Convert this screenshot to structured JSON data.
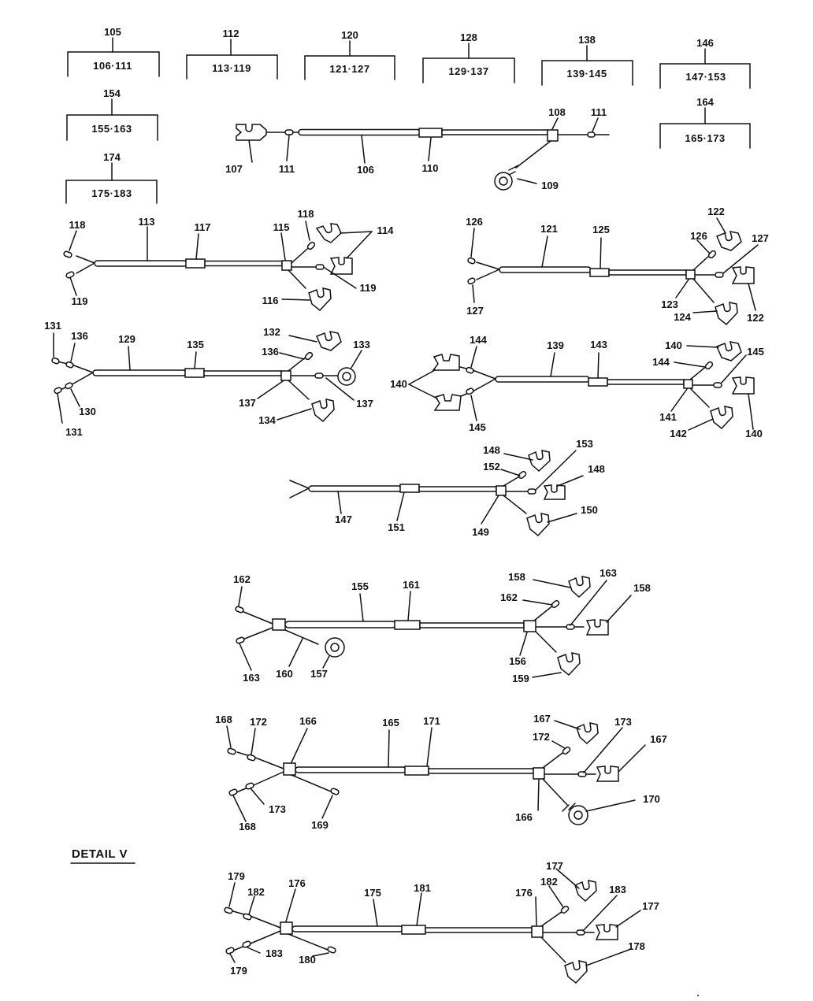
{
  "groups": [
    {
      "top": "105",
      "range": "106·111"
    },
    {
      "top": "112",
      "range": "113·119"
    },
    {
      "top": "120",
      "range": "121·127"
    },
    {
      "top": "128",
      "range": "129·137"
    },
    {
      "top": "138",
      "range": "139·145"
    },
    {
      "top": "146",
      "range": "147·153"
    },
    {
      "top": "154",
      "range": "155·163"
    },
    {
      "top": "164",
      "range": "165·173"
    },
    {
      "top": "174",
      "range": "175·183"
    }
  ],
  "detail_title": "DETAIL V",
  "callouts": {
    "h105": [
      "108",
      "111",
      "107",
      "111",
      "106",
      "110",
      "109"
    ],
    "h112": [
      "118",
      "113",
      "117",
      "115",
      "118",
      "114",
      "119",
      "119",
      "116"
    ],
    "h120": [
      "126",
      "121",
      "125",
      "122",
      "126",
      "127",
      "127",
      "123",
      "124",
      "122"
    ],
    "h128": [
      "131",
      "136",
      "129",
      "135",
      "132",
      "133",
      "136",
      "137",
      "131",
      "130",
      "137",
      "134"
    ],
    "h138": [
      "144",
      "139",
      "143",
      "140",
      "144",
      "145",
      "140",
      "145",
      "141",
      "142",
      "140"
    ],
    "h146": [
      "148",
      "153",
      "152",
      "148",
      "147",
      "151",
      "149",
      "150"
    ],
    "h154": [
      "162",
      "155",
      "161",
      "158",
      "163",
      "162",
      "158",
      "163",
      "160",
      "157",
      "156",
      "159"
    ],
    "h164": [
      "168",
      "172",
      "166",
      "165",
      "171",
      "167",
      "173",
      "172",
      "167",
      "173",
      "168",
      "169",
      "166",
      "170"
    ],
    "h174": [
      "179",
      "182",
      "176",
      "175",
      "181",
      "176",
      "177",
      "182",
      "183",
      "177",
      "179",
      "183",
      "180",
      "178"
    ]
  }
}
